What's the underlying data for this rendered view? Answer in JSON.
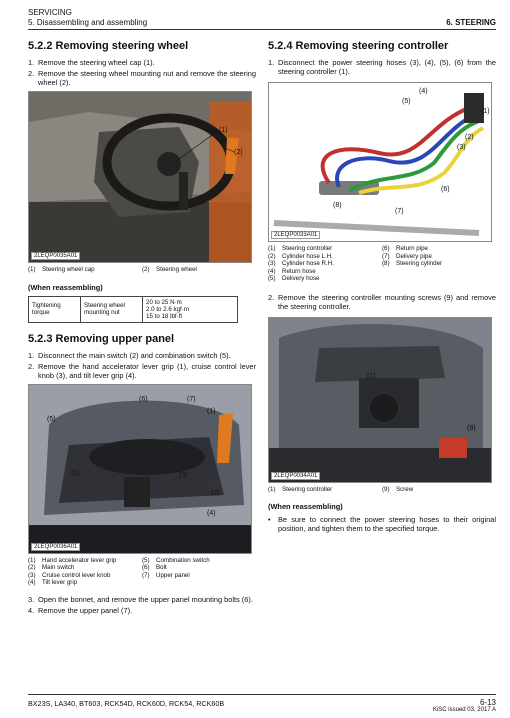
{
  "header": {
    "line1": "SERVICING",
    "line2": "5. Disassembling and assembling",
    "chapter": "6. STEERING"
  },
  "s522": {
    "title": "5.2.2 Removing steering wheel",
    "steps": [
      {
        "n": "1.",
        "t": "Remove the steering wheel cap (1)."
      },
      {
        "n": "2.",
        "t": "Remove the steering wheel mounting nut and remove the steering wheel (2)."
      }
    ],
    "photo_code": "2LEQP0035A01",
    "captions_a": [
      {
        "k": "(1)",
        "v": "Steering wheel cap"
      }
    ],
    "captions_b": [
      {
        "k": "(2)",
        "v": "Steering wheel"
      }
    ],
    "callouts": [
      "(1)",
      "(2)"
    ],
    "when": "(When reassembling)",
    "torque": {
      "label": "Tightening torque",
      "item": "Steering wheel mounting nut",
      "values": [
        "20 to 25 N·m",
        "2.0 to 2.6 kgf·m",
        "15 to 18 lbf·ft"
      ]
    }
  },
  "s523": {
    "title": "5.2.3 Removing upper panel",
    "steps": [
      {
        "n": "1.",
        "t": "Disconnect the main switch (2) and combination switch (5)."
      },
      {
        "n": "2.",
        "t": "Remove the hand accelerator lever grip (1), cruise control lever knob (3), and tilt lever grip (4)."
      }
    ],
    "photo_code": "2LEQP0036A01",
    "callouts": [
      "(1)",
      "(2)",
      "(3)",
      "(4)",
      "(5)",
      "(5)",
      "(6)",
      "(7)"
    ],
    "captions_a": [
      {
        "k": "(1)",
        "v": "Hand accelerator lever grip"
      },
      {
        "k": "(2)",
        "v": "Main switch"
      },
      {
        "k": "(3)",
        "v": "Cruise control lever knob"
      },
      {
        "k": "(4)",
        "v": "Tilt lever grip"
      }
    ],
    "captions_b": [
      {
        "k": "(5)",
        "v": "Combination switch"
      },
      {
        "k": "(6)",
        "v": "Bolt"
      },
      {
        "k": "(7)",
        "v": "Upper panel"
      }
    ],
    "steps2": [
      {
        "n": "3.",
        "t": "Open the bonnet, and remove the upper panel mounting bolts (6)."
      },
      {
        "n": "4.",
        "t": "Remove the upper panel (7)."
      }
    ]
  },
  "s524": {
    "title": "5.2.4 Removing steering controller",
    "steps": [
      {
        "n": "1.",
        "t": "Disconnect the power steering hoses (3), (4), (5), (6) from the steering controller (1)."
      }
    ],
    "photo_code": "2LEQP0033A01",
    "callouts": [
      "(1)",
      "(2)",
      "(3)",
      "(4)",
      "(5)",
      "(6)",
      "(7)",
      "(8)"
    ],
    "captions_a": [
      {
        "k": "(1)",
        "v": "Steering controller"
      },
      {
        "k": "(2)",
        "v": "Cylinder hose L.H."
      },
      {
        "k": "(3)",
        "v": "Cylinder hose R.H."
      },
      {
        "k": "(4)",
        "v": "Return hose"
      },
      {
        "k": "(5)",
        "v": "Delivery hose"
      }
    ],
    "captions_b": [
      {
        "k": "(6)",
        "v": "Return pipe"
      },
      {
        "k": "(7)",
        "v": "Delivery pipe"
      },
      {
        "k": "(8)",
        "v": "Steering cylinder"
      }
    ],
    "steps2": [
      {
        "n": "2.",
        "t": "Remove the steering controller mounting screws (9) and remove the steering controller."
      }
    ],
    "photo2_code": "2LEQP0034A01",
    "callouts2": [
      "(1)",
      "(9)"
    ],
    "captions2_a": [
      {
        "k": "(1)",
        "v": "Steering controller"
      }
    ],
    "captions2_b": [
      {
        "k": "(9)",
        "v": "Screw"
      }
    ],
    "when": "(When reassembling)",
    "bullet": "Be sure to connect the power steering hoses to their original position, and tighten them to the specified torque."
  },
  "footer": {
    "models": "BX23S, LA340, BT603, RCK54D, RCK60D, RCK54, RCK60B",
    "page": "6-13",
    "issue": "KiSC issued 03, 2017 A"
  }
}
